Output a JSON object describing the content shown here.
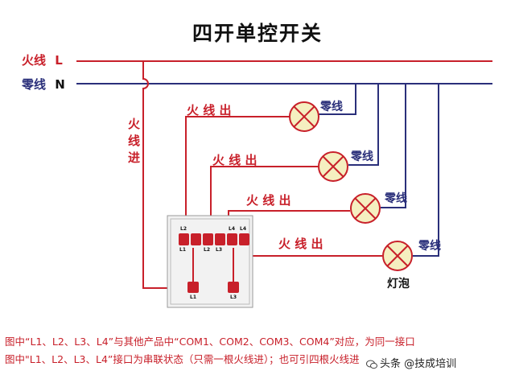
{
  "title": "四开单控开关",
  "live_wire": {
    "name": "火线",
    "letter": "L"
  },
  "neutral_wire": {
    "name": "零线",
    "letter": "N"
  },
  "live_in_label": "火线进",
  "live_out_label": "火 线 出",
  "neutral_label": "零线",
  "bulb_label": "灯泡",
  "switch_terminals": {
    "top_row": [
      "L2",
      "L4",
      "L1",
      "L2",
      "L3",
      "L4"
    ],
    "bottom_row": [
      "L1",
      "L3"
    ],
    "top_small": [
      "L1",
      "L2",
      "L3",
      "L4"
    ]
  },
  "captions": [
    "图中“L1、L2、L3、L4”与其他产品中“COM1、COM2、COM3、COM4”对应，为同一接口",
    "图中\"L1、L2、L3、L4”接口为串联状态（只需一根火线进）；也可引四根火线进"
  ],
  "watermark": "头条 @技成培训",
  "colors": {
    "live": "#c8202a",
    "neutral": "#2a2f7a",
    "bulb": "#f5efc0",
    "terminal": "#c8202a"
  }
}
